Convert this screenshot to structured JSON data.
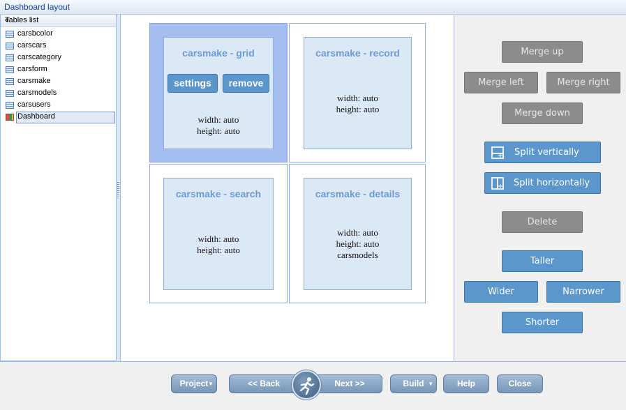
{
  "window": {
    "title": "Dashboard layout"
  },
  "sidebar": {
    "header": "Tables list",
    "collapse_glyph": "«",
    "items": [
      {
        "label": "carsbcolor",
        "icon": "table-icon"
      },
      {
        "label": "carscars",
        "icon": "table-icon"
      },
      {
        "label": "carscategory",
        "icon": "table-icon"
      },
      {
        "label": "carsform",
        "icon": "table-icon"
      },
      {
        "label": "carsmake",
        "icon": "table-icon"
      },
      {
        "label": "carsmodels",
        "icon": "table-icon"
      },
      {
        "label": "carsusers",
        "icon": "table-icon"
      },
      {
        "label": "Dashboard",
        "icon": "dashboard-icon",
        "selected": true
      }
    ]
  },
  "layout": {
    "cells": [
      {
        "title": "carsmake - grid",
        "selected": true,
        "buttons": [
          "settings",
          "remove"
        ],
        "lines": [
          "width: auto",
          "height: auto"
        ]
      },
      {
        "title": "carsmake - record",
        "selected": false,
        "lines": [
          "width: auto",
          "height: auto"
        ]
      },
      {
        "title": "carsmake - search",
        "selected": false,
        "lines": [
          "width: auto",
          "height: auto"
        ]
      },
      {
        "title": "carsmake - details",
        "selected": false,
        "lines": [
          "width: auto",
          "height: auto",
          "carsmodels"
        ]
      }
    ]
  },
  "actions": {
    "merge_up": "Merge up",
    "merge_left": "Merge left",
    "merge_right": "Merge right",
    "merge_down": "Merge down",
    "split_vertically": "Split vertically",
    "split_horizontally": "Split horizontally",
    "delete": "Delete",
    "taller": "Taller",
    "wider": "Wider",
    "narrower": "Narrower",
    "shorter": "Shorter"
  },
  "footer": {
    "project": "Project",
    "back": "<< Back",
    "next": "Next >>",
    "build": "Build",
    "help": "Help",
    "close": "Close"
  },
  "colors": {
    "accent_blue": "#5b96cc",
    "disabled_gray": "#8c8c8c",
    "selected_cell": "#a6bdf1",
    "cell_fill": "#dbe8f6",
    "title_blue": "#6c9ad6"
  }
}
